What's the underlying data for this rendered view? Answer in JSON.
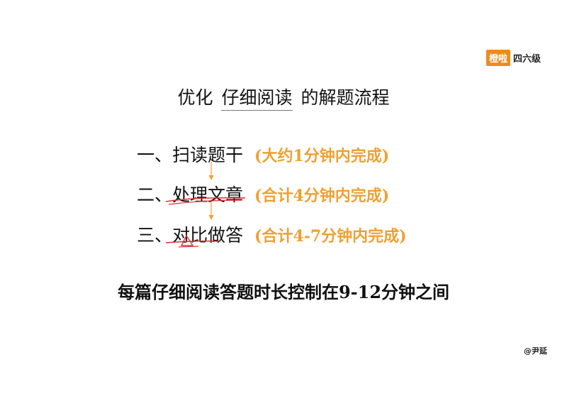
{
  "logo": {
    "badge": "橙啦",
    "text": "四六级"
  },
  "title": {
    "prefix": "优化",
    "highlight": "仔细阅读",
    "suffix": "的解题流程"
  },
  "steps": [
    {
      "num": "一、",
      "name": "扫读题干",
      "time": "(大约1分钟内完成)"
    },
    {
      "num": "二、",
      "name": "处理文章",
      "time": "(合计4分钟内完成)"
    },
    {
      "num": "三、",
      "name": "对比做答",
      "time": "(合计4-7分钟内完成)"
    }
  ],
  "summary": "每篇仔细阅读答题时长控制在9-12分钟之间",
  "watermark": "@尹延",
  "colors": {
    "accent": "#f0a030",
    "logo": "#f08a1c",
    "annotation": "#e0303a"
  }
}
